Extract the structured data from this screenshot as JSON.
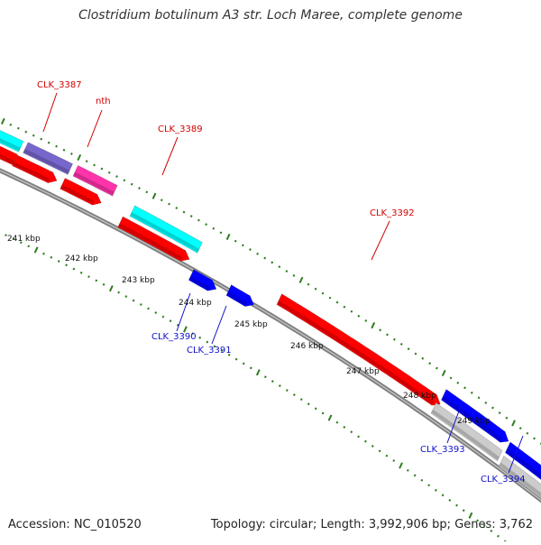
{
  "title": "Clostridium botulinum A3 str. Loch Maree, complete genome",
  "footer": {
    "accession": "Accession: NC_010520",
    "topology": "Topology: circular",
    "length": "Length: 3,992,906 bp",
    "genes": "Genes: 3,762"
  },
  "colors": {
    "tick": "#2e7d1e",
    "backbone": "#808080",
    "label_forward": "#d40000",
    "label_reverse": "#1010cc",
    "red": "#ff0000",
    "blue": "#0000ff",
    "cyan": "#00ffff",
    "magenta": "#ff33aa",
    "purple": "#7766cc",
    "gray": "#cccccc"
  },
  "ruler": [
    "241 kbp",
    "242 kbp",
    "243 kbp",
    "244 kbp",
    "245 kbp",
    "246 kbp",
    "247 kbp",
    "248 kbp",
    "249 kbp"
  ],
  "genes": [
    {
      "name": "CLK_3387",
      "color": "#d40000"
    },
    {
      "name": "nth",
      "color": "#d40000"
    },
    {
      "name": "CLK_3389",
      "color": "#d40000"
    },
    {
      "name": "CLK_3392",
      "color": "#d40000"
    },
    {
      "name": "CLK_3390",
      "color": "#1010cc"
    },
    {
      "name": "CLK_3391",
      "color": "#1010cc"
    },
    {
      "name": "CLK_3393",
      "color": "#1010cc"
    },
    {
      "name": "CLK_3394",
      "color": "#1010cc"
    }
  ]
}
